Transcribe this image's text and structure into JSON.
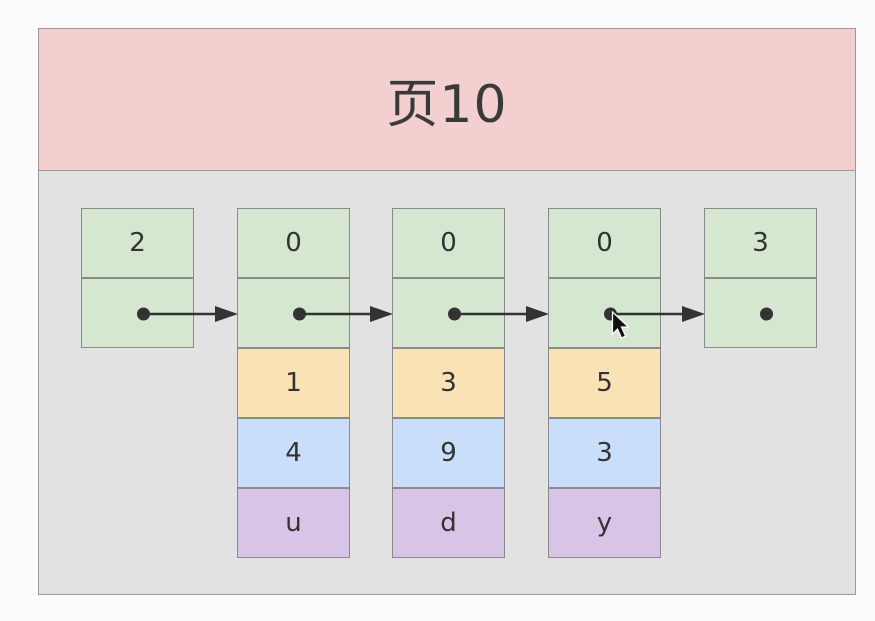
{
  "page": {
    "title": "页10"
  },
  "records": [
    {
      "id": "infimum",
      "header": "2",
      "fields": []
    },
    {
      "id": "record-1",
      "header": "0",
      "fields": [
        {
          "value": "1",
          "kind": "yellow"
        },
        {
          "value": "4",
          "kind": "blue"
        },
        {
          "value": "u",
          "kind": "purple"
        }
      ]
    },
    {
      "id": "record-2",
      "header": "0",
      "fields": [
        {
          "value": "3",
          "kind": "yellow"
        },
        {
          "value": "9",
          "kind": "blue"
        },
        {
          "value": "d",
          "kind": "purple"
        }
      ]
    },
    {
      "id": "record-3",
      "header": "0",
      "fields": [
        {
          "value": "5",
          "kind": "yellow"
        },
        {
          "value": "3",
          "kind": "blue"
        },
        {
          "value": "y",
          "kind": "purple"
        }
      ]
    },
    {
      "id": "supremum",
      "header": "3",
      "fields": []
    }
  ],
  "links": [
    [
      0,
      1
    ],
    [
      1,
      2
    ],
    [
      2,
      3
    ],
    [
      3,
      4
    ]
  ],
  "colors": {
    "header_bg": "#f3cfd0",
    "body_bg": "#e2e2e2",
    "green": "#d5e7d0",
    "yellow": "#f9e2b6",
    "blue": "#c8defa",
    "purple": "#d8c4e6",
    "arrow": "#333333"
  },
  "icons": {
    "pointer_dot": "dot-icon",
    "cursor": "mouse-cursor-icon"
  }
}
